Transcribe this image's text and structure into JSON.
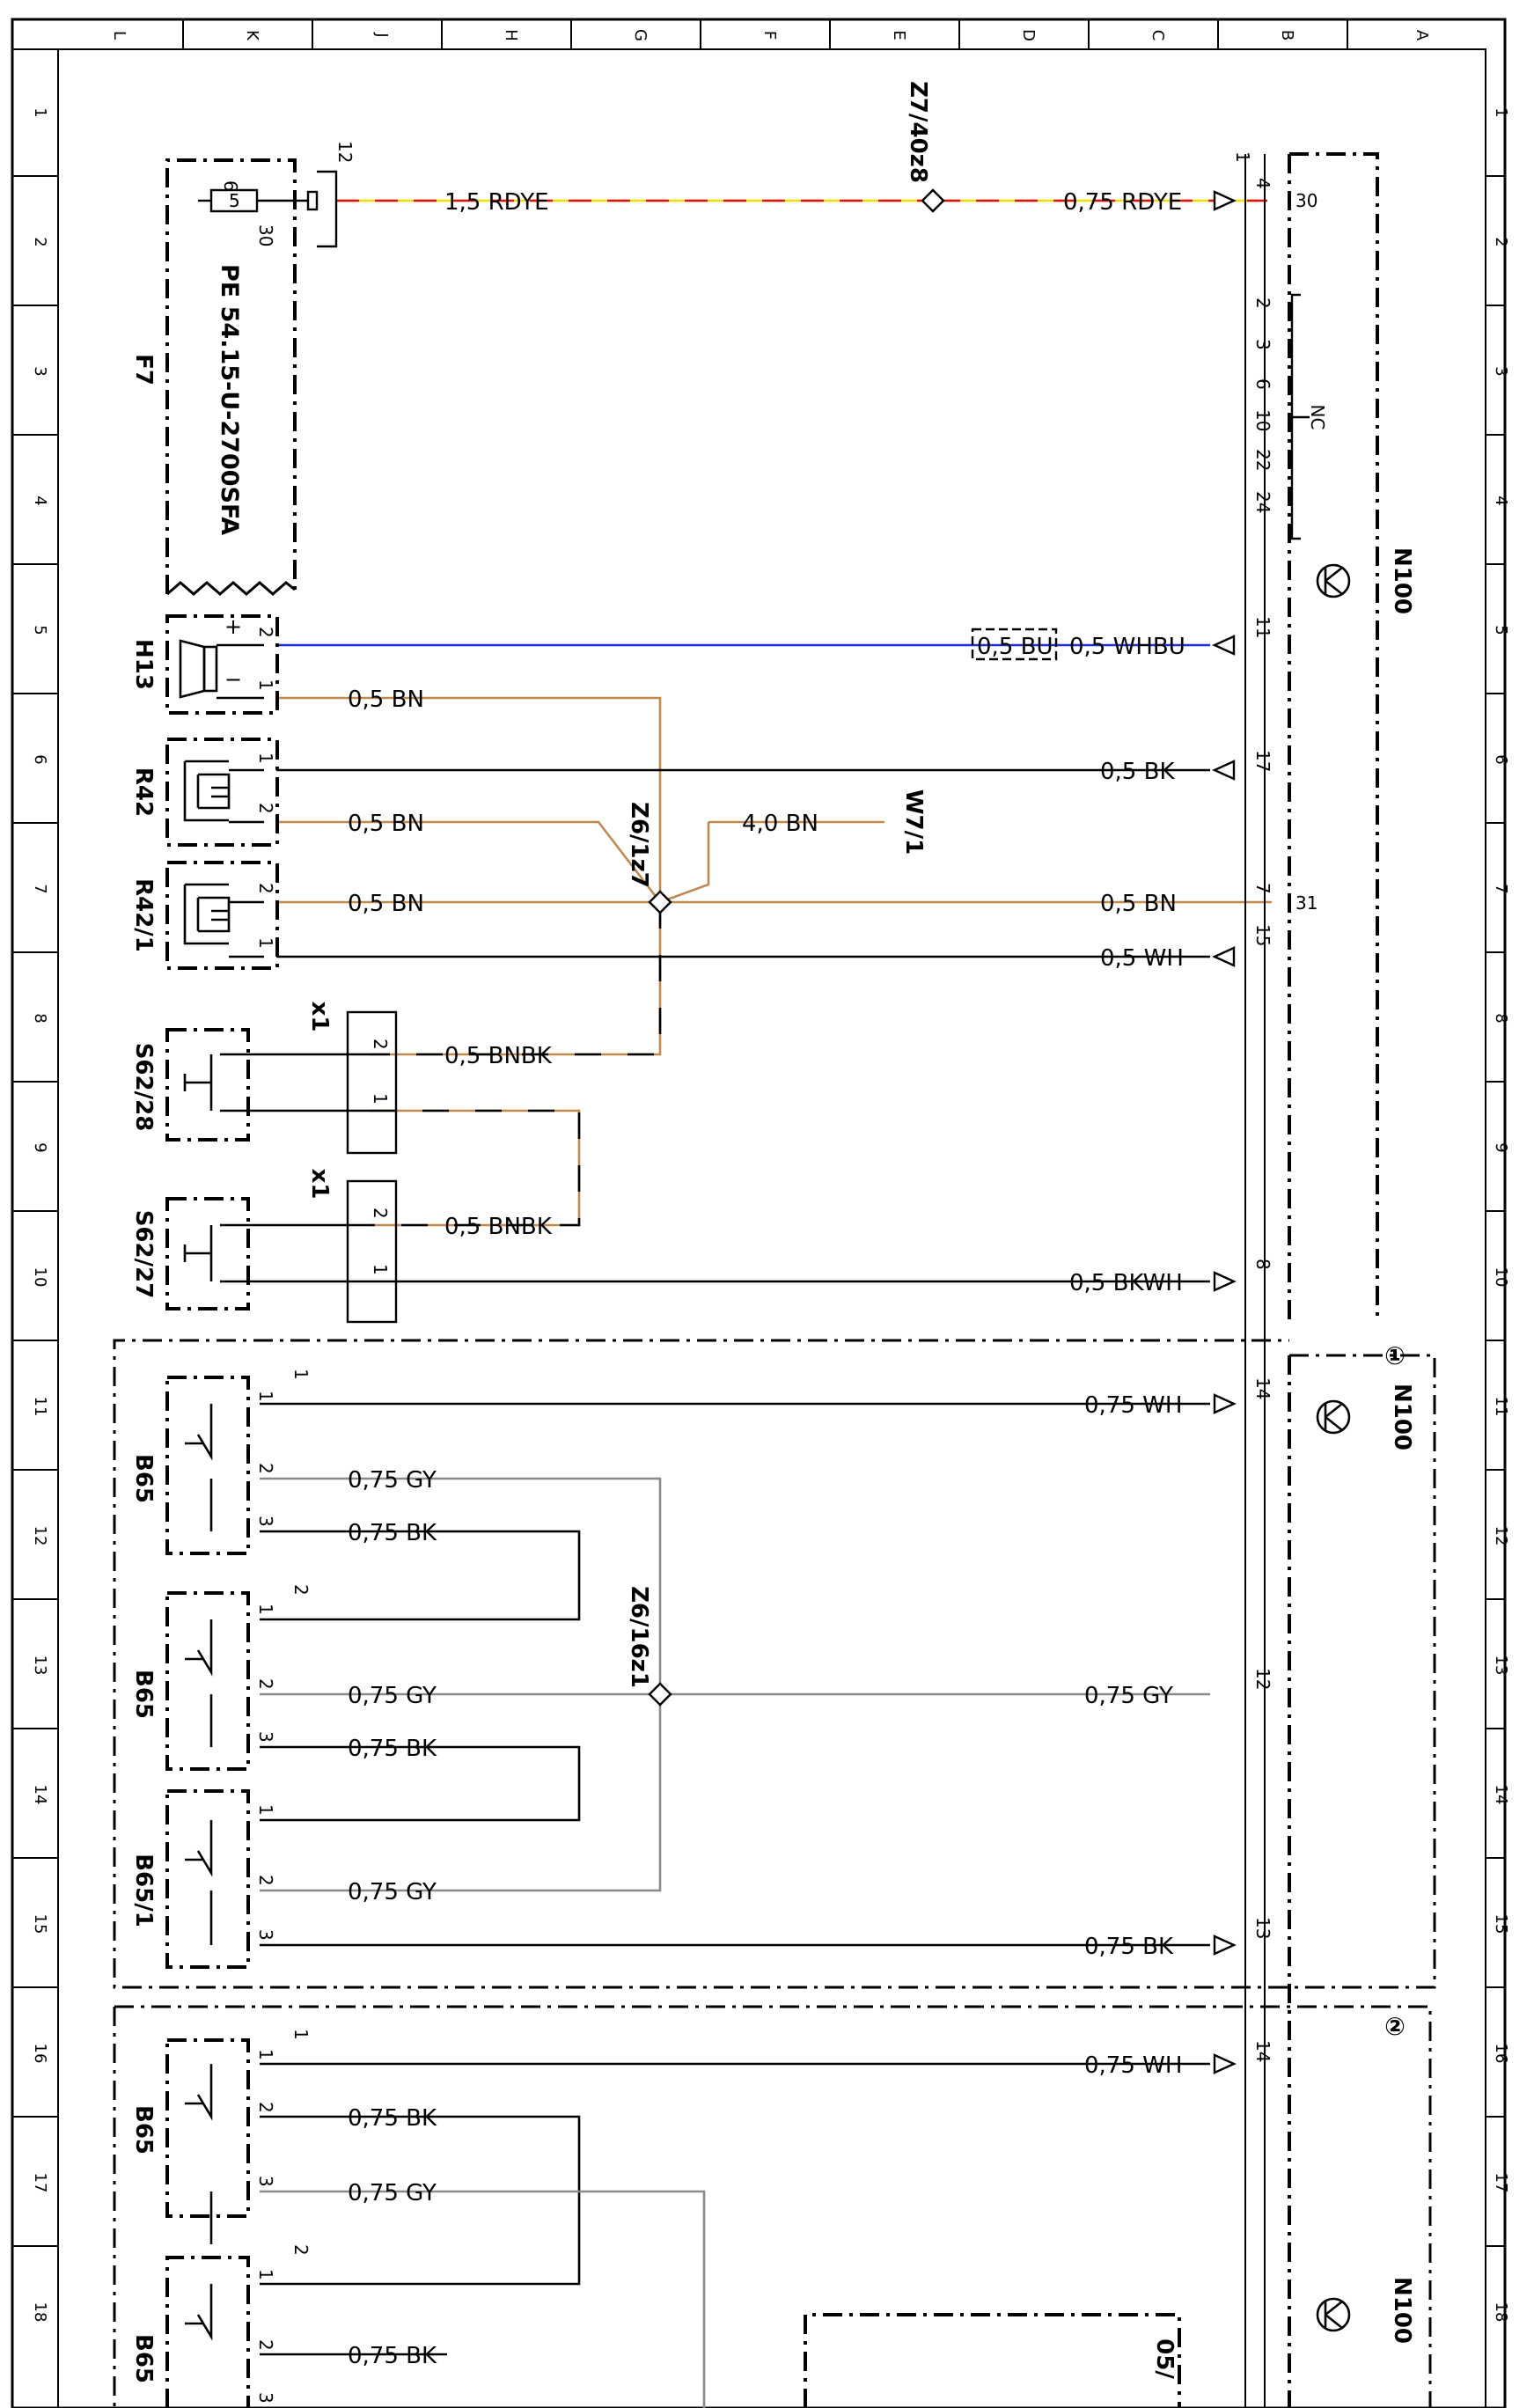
{
  "diagram": {
    "top_columns": [
      "L",
      "K",
      "J",
      "H",
      "G",
      "F",
      "E",
      "D",
      "C",
      "B",
      "A"
    ],
    "side_rows": [
      "1",
      "2",
      "3",
      "4",
      "5",
      "6",
      "7",
      "8",
      "9",
      "10",
      "11",
      "12",
      "13",
      "14",
      "15",
      "16",
      "17",
      "18"
    ],
    "colors": {
      "frame": "#000000",
      "wire_bk": "#000000",
      "wire_bn": "#c08a4e",
      "wire_gy": "#8a8a8a",
      "wire_bu": "#1a2fd6",
      "wire_rd": "#e01010",
      "wire_ye": "#f0e000"
    },
    "components": {
      "f7": "F7",
      "f7_part": "PE 54.15-U-2700SFA",
      "f7_pin_a": "5",
      "f7_pin_b": "6",
      "f7_pin_c": "30",
      "f7_pin_12": "12",
      "h13": "H13",
      "h13_plus": "+",
      "h13_minus": "−",
      "r42": "R42",
      "r42_1": "R42/1",
      "s62_28": "S62/28",
      "s62_27": "S62/27",
      "x1_a": "x1",
      "x1_b": "x1",
      "n100": "N100",
      "n100_2": "N100",
      "n100_3": "N100",
      "b65_1": "B65",
      "b65_2": "B65",
      "b65_3": "B65/1",
      "b65_4": "B65",
      "b65_5": "B65",
      "w7_1": "W7/1",
      "nc": "NC",
      "pin_31": "31",
      "pin_30": "30",
      "zone1": "①",
      "zone2": "②",
      "ref_05": "05/"
    },
    "splices": {
      "z7_40z8": "Z7/40z8",
      "z6_1z7": "Z6/1z7",
      "z6_16z1": "Z6/16z1"
    },
    "wires": {
      "w_15rdye": "1,5 RDYE",
      "w_075rdye": "0,75 RDYE",
      "w_05bu": "0,5 BU",
      "w_05whbu": "0,5 WHBU",
      "w_05bn_h13": "0,5 BN",
      "w_05bk": "0,5 BK",
      "w_05bn_r42": "0,5 BN",
      "w_40bn": "4,0 BN",
      "w_05bn_r421": "0,5 BN",
      "w_05bn_n100": "0,5 BN",
      "w_05wh": "0,5 WH",
      "w_05bnbk_a": "0,5 BNBK",
      "w_05bnbk_b": "0,5 BNBK",
      "w_05bkwh": "0,5 BKWH",
      "w_075wh_a": "0,75 WH",
      "w_075gy_a": "0,75 GY",
      "w_075bk_a": "0,75 BK",
      "w_075gy_b": "0,75 GY",
      "w_075bk_b": "0,75 BK",
      "w_075gy_c": "0,75 GY",
      "w_075gy_n": "0,75 GY",
      "w_075bk_n": "0,75 BK",
      "w_075wh_b": "0,75 WH",
      "w_075bk_c": "0,75 BK",
      "w_075gy_d": "0,75 GY",
      "w_075bk_d": "0,75 BK"
    },
    "pins": {
      "n100_4": "4",
      "n100_1": "1",
      "n100_2": "2",
      "n100_3": "3",
      "n100_6": "6",
      "n100_10": "10",
      "n100_22": "22",
      "n100_24": "24",
      "n100_11": "11",
      "n100_17": "17",
      "n100_7": "7",
      "n100_15": "15",
      "n100_8": "8",
      "n100_14a": "14",
      "n100_12": "12",
      "n100_13": "13",
      "n100_14b": "14",
      "h13_2": "2",
      "h13_1": "1",
      "r42_1p": "1",
      "r42_2p": "2",
      "r421_2p": "2",
      "r421_1p": "1",
      "x1a_2": "2",
      "x1a_1": "1",
      "x1b_2": "2",
      "x1b_1": "1",
      "b65a_1": "1",
      "b65a_2": "2",
      "b65a_3": "3",
      "b65b_1": "1",
      "b65b_2": "2",
      "b65b_3": "3",
      "b65c_1": "1",
      "b65c_2": "2",
      "b65c_3": "3",
      "b65d_1": "1",
      "b65d_2": "2",
      "b65d_3": "3",
      "b65e_1": "1",
      "b65e_2": "2",
      "b65e_3": "3",
      "grp1": "1",
      "grp2": "2",
      "grp3": "1",
      "grp4": "2"
    }
  }
}
